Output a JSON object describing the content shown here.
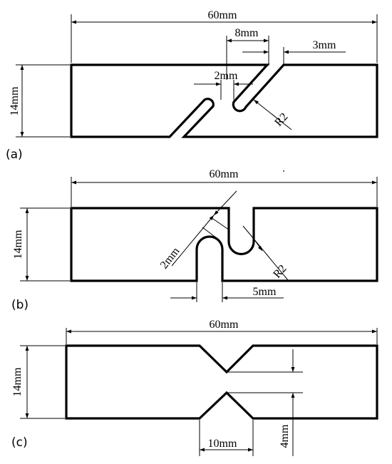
{
  "panels": {
    "a": {
      "label": "(a)",
      "dims": {
        "length": "60mm",
        "width": "14mm",
        "offset": "8mm",
        "slit_width": "3mm",
        "notch_gap": "2mm",
        "radius": "R2"
      }
    },
    "b": {
      "label": "(b)",
      "dims": {
        "length": "60mm",
        "width": "14mm",
        "notch_gap": "2mm",
        "radius": "R2",
        "slot_width": "5mm"
      }
    },
    "c": {
      "label": "(c)",
      "dims": {
        "length": "60mm",
        "width": "14mm",
        "ligament": "4mm",
        "notch_width": "10mm"
      }
    }
  }
}
